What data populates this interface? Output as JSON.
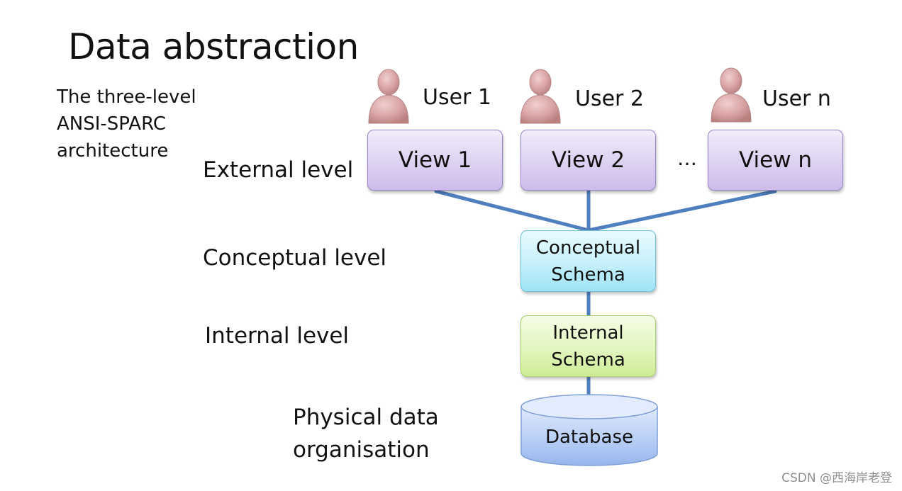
{
  "title": "Data abstraction",
  "subtitle_lines": [
    "The three-level",
    "ANSI-SPARC",
    "architecture"
  ],
  "levels": {
    "external": "External level",
    "conceptual": "Conceptual level",
    "internal": "Internal level",
    "physical_lines": [
      "Physical data",
      "organisation"
    ]
  },
  "users": [
    {
      "label": "User 1",
      "view": "View 1"
    },
    {
      "label": "User 2",
      "view": "View 2"
    },
    {
      "label": "User n",
      "view": "View n"
    }
  ],
  "ellipsis": "…",
  "conceptual_schema_lines": [
    "Conceptual",
    "Schema"
  ],
  "internal_schema_lines": [
    "Internal",
    "Schema"
  ],
  "database": "Database",
  "watermark": "CSDN @西海岸老登",
  "icons": {
    "user": "person-icon"
  },
  "colors": {
    "view_fill": "#ddd1f1",
    "conceptual_fill": "#c5f0fb",
    "internal_fill": "#e2f6bf",
    "database_fill": "#b9cff5",
    "connector": "#4f7fbe",
    "person_fill": "#d9a3a3"
  }
}
